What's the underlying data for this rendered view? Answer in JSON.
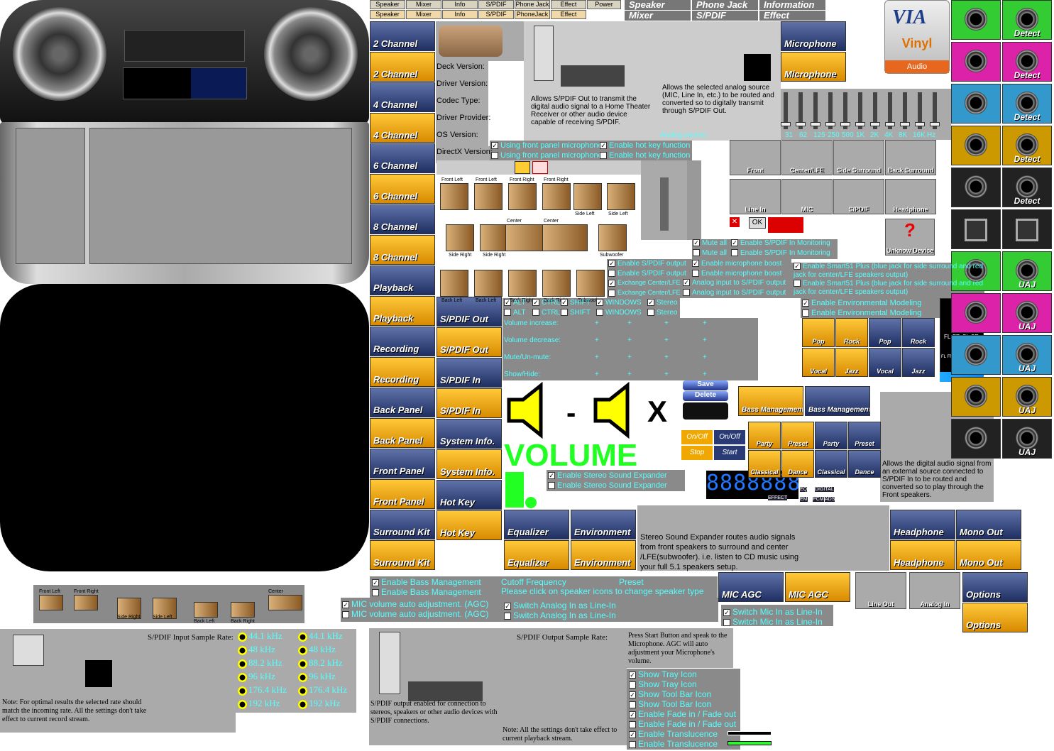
{
  "tabs_row1": [
    "Speaker",
    "Mixer",
    "Info",
    "S/PDIF",
    "Phone Jack",
    "Effect",
    "Power"
  ],
  "tabs_row2": [
    "Speaker",
    "Mixer",
    "Info",
    "S/PDIF",
    "PhoneJack",
    "Effect"
  ],
  "tabs_big": [
    "Speaker",
    "Phone Jack",
    "Information",
    "Mixer",
    "S/PDIF",
    "Effect"
  ],
  "nav_buttons": [
    "2 Channel",
    "2 Channel",
    "4 Channel",
    "4 Channel",
    "6 Channel",
    "6 Channel",
    "8 Channel",
    "8 Channel",
    "Playback",
    "Playback",
    "Recording",
    "Recording",
    "Back Panel",
    "Back Panel",
    "Front Panel",
    "Front Panel",
    "Surround Kit",
    "Surround Kit"
  ],
  "nav_buttons2": [
    "S/PDIF Out",
    "S/PDIF Out",
    "S/PDIF In",
    "S/PDIF In",
    "System Info.",
    "System Info.",
    "Hot Key",
    "Hot Key"
  ],
  "info_labels": [
    "Deck Version:",
    "Driver Version:",
    "Codec Type:",
    "Driver Provider:",
    "OS Version:",
    "DirectX Version:"
  ],
  "spdif_out_desc": "Allows S/PDIF Out to transmit the digital audio signal to a Home Theater Receiver or other audio device capable of receiving S/PDIF.",
  "analog_desc": "Allows the selected analog source (MIC, Line In, etc.) to be routed and converted so to digitally transmit through S/PDIF Out.",
  "analog_source": "Analog source:",
  "mic_buttons": [
    "Microphone",
    "Microphone"
  ],
  "eq_freqs": [
    "31",
    "62",
    "125",
    "250",
    "500",
    "1K",
    "2K",
    "4K",
    "8K",
    "16K",
    "Hz"
  ],
  "vinyl": {
    "brand": "VIA",
    "name": "Vinyl",
    "sub": "Audio"
  },
  "jacks": [
    "",
    "Detect",
    "",
    "Detect",
    "",
    "Detect",
    "",
    "Detect",
    "",
    "Detect",
    "",
    "",
    "",
    "UAJ",
    "",
    "UAJ",
    "",
    "UAJ",
    "",
    "UAJ",
    "",
    "UAJ"
  ],
  "front_panel_checks": [
    {
      "t": "Using front panel microphone",
      "c": true
    },
    {
      "t": "Using front panel microphone",
      "c": false
    }
  ],
  "hotkey_checks": [
    {
      "t": "Enable hot key function",
      "c": true
    },
    {
      "t": "Enable hot key function",
      "c": false
    }
  ],
  "speaker_positions": [
    "Front",
    "Center/LFE",
    "Side Surround",
    "Back Surround"
  ],
  "input_types": [
    "Line In",
    "MIC",
    "S/PDIF",
    "Headphone"
  ],
  "unknown_device": "Unknow Device",
  "ok": "OK",
  "speaker_labels": [
    "Front Left",
    "Front Left",
    "Front Right",
    "Front Right",
    "Side Left",
    "Side Left",
    "Side Right",
    "Side Right",
    "Center",
    "Center",
    "Subwoofer",
    "Back Left",
    "Back Left",
    "Back Right",
    "Back Right",
    "Subwoofer"
  ],
  "mute_checks": [
    {
      "t": "Mute all",
      "c": true
    },
    {
      "t": "Mute all",
      "c": false
    }
  ],
  "spdif_monitor": [
    {
      "t": "Enable S/PDIF In Monitoring",
      "c": true
    },
    {
      "t": "Enable S/PDIF In Monitoring",
      "c": false
    }
  ],
  "spdif_output": [
    {
      "t": "Enable S/PDIF output",
      "c": true
    },
    {
      "t": "Enable S/PDIF output",
      "c": false
    }
  ],
  "exchange": [
    {
      "t": "Exchange Center/LFE",
      "c": true
    },
    {
      "t": "Exchange Center/LFE",
      "c": false
    }
  ],
  "mic_boost": [
    {
      "t": "Enable microphone boost",
      "c": true
    },
    {
      "t": "Enable microphone boost",
      "c": false
    }
  ],
  "analog_to_spdif": [
    {
      "t": "Analog input to S/PDIF output",
      "c": true
    },
    {
      "t": "Analog input to S/PDIF output",
      "c": false
    }
  ],
  "smart51": [
    {
      "t": "Enable Smart51 Plus (blue jack for side surround and red jack for center/LFE speakers  output)",
      "c": true
    },
    {
      "t": "Enable Smart51 Plus (blue jack for side surround and red jack for center/LFE speakers  output)",
      "c": false
    }
  ],
  "env_model": [
    {
      "t": "Enable Environmental Modeling",
      "c": true
    },
    {
      "t": "Enable Environmental Modeling",
      "c": false
    }
  ],
  "mod_keys1": [
    "ALT",
    "CTRL",
    "SHIFT",
    "WINDOWS",
    "Stereo"
  ],
  "mod_keys2": [
    "ALT",
    "CTRL",
    "SHIFT",
    "WINDOWS",
    "Stereo"
  ],
  "hotkey_actions": [
    "Volume increase:",
    "Volume decrease:",
    "Mute/Un-mute:",
    "Show/Hide:"
  ],
  "plus": "+",
  "eq_presets": [
    "Pop",
    "Rock",
    "Pop",
    "Rock",
    "Vocal",
    "Jazz",
    "Vocal",
    "Jazz"
  ],
  "volume": "VOLUME",
  "x_mark": "X",
  "dash": "-",
  "save": "Save",
  "delete": "Delete",
  "stereo_expander": [
    {
      "t": "Enable Stereo Sound Expander",
      "c": true
    },
    {
      "t": "Enable Stereo Sound Expander",
      "c": false
    }
  ],
  "bass_mgmt_btns": [
    "Bass Management",
    "Bass Management"
  ],
  "onoff": [
    "On/Off",
    "On/Off",
    "Stop",
    "Start"
  ],
  "party_presets": [
    "Party",
    "Preset",
    "Party",
    "Preset",
    "Classical",
    "Dance",
    "Classical",
    "Dance"
  ],
  "eq_digits": "8888888",
  "eq_tags": [
    "EQ",
    "DIGITAL",
    "EFFECT",
    "EM",
    "PCM",
    "ADS"
  ],
  "spectrum_labels": [
    "FL",
    "FR",
    "FL",
    "FR",
    "SL",
    "SR",
    "FL FR C SW SL SR BL BR"
  ],
  "digital_desc": "Allows the digital audio signal from an external source connected to S/PDIF In to be routed and converted so to play through the Front speakers.",
  "stereo_desc": "Stereo Sound Expander routes audio signals from front speakers to surround and center /LFE(subwoofer). i.e. listen to CD music using your full 5.1 speakers setup.",
  "big_btns": [
    "Equalizer",
    "Environment",
    "Equalizer",
    "Environment",
    "Headphone",
    "Mono Out",
    "Headphone",
    "Mono Out"
  ],
  "bass_checks": [
    {
      "t": "Enable Bass Management",
      "c": true
    },
    {
      "t": "Enable Bass Management",
      "c": false
    }
  ],
  "cutoff": "Cutoff Frequency",
  "preset": "Preset",
  "click_speaker": "Please click on speaker icons to change speaker type",
  "mic_agc_btns": [
    "MIC AGC",
    "MIC AGC"
  ],
  "line_out": "Line  Out",
  "analog_in": "Analog In",
  "options": [
    "Options",
    "Options"
  ],
  "mic_auto": [
    {
      "t": "MIC volume auto adjustment. (AGC)",
      "c": true
    },
    {
      "t": "MIC volume auto adjustment. (AGC)",
      "c": false
    }
  ],
  "switch_analog": [
    {
      "t": "Switch Analog In as Line-In",
      "c": true
    },
    {
      "t": "Switch Analog In as Line-In",
      "c": false
    }
  ],
  "switch_mic": [
    {
      "t": "Switch  Mic In as Line-In",
      "c": true
    },
    {
      "t": "Switch  Mic In as Line-In",
      "c": false
    }
  ],
  "bottom_speakers": [
    "Front Left",
    "Front Right",
    "Side Right",
    "Side Left",
    "Back Left",
    "Back Right",
    "Center"
  ],
  "spdif_in_rate": "S/PDIF Input Sample Rate:",
  "rates": [
    "44.1 kHz",
    "48   kHz",
    "88.2 kHz",
    "96   kHz",
    "176.4 kHz",
    "192   kHz"
  ],
  "spdif_in_note": "Note: For optimal results the selected rate should match the incoming rate. All the settings don't  take effect to current record stream.",
  "spdif_out_rate": "S/PDIF Output Sample Rate:",
  "spdif_out_enabled": "S/PDIF output enabled for connection to stereos,  speakers or other audio devices with S/PDIF connections.",
  "spdif_out_note": "Note: All the settings don't take effect to current playback stream.",
  "agc_desc": "Press Start Button and speak to the Microphone. AGC will auto adjustment your Microphone's volume.",
  "tray_opts": [
    {
      "t": "Show Tray Icon",
      "c": true
    },
    {
      "t": "Show Tray Icon",
      "c": false
    },
    {
      "t": "Show Tool Bar Icon",
      "c": true
    },
    {
      "t": "Show Tool Bar Icon",
      "c": false
    },
    {
      "t": "Enable Fade in / Fade out",
      "c": true
    },
    {
      "t": "Enable Fade in / Fade out",
      "c": false
    },
    {
      "t": "Enable Translucence",
      "c": true
    },
    {
      "t": "Enable Translucence",
      "c": false
    }
  ],
  "colors": {
    "cyan": "#55ffff",
    "blue_btn": "#2a3a75",
    "yellow_btn": "#f0a800",
    "panel": "#8a8a8a"
  }
}
